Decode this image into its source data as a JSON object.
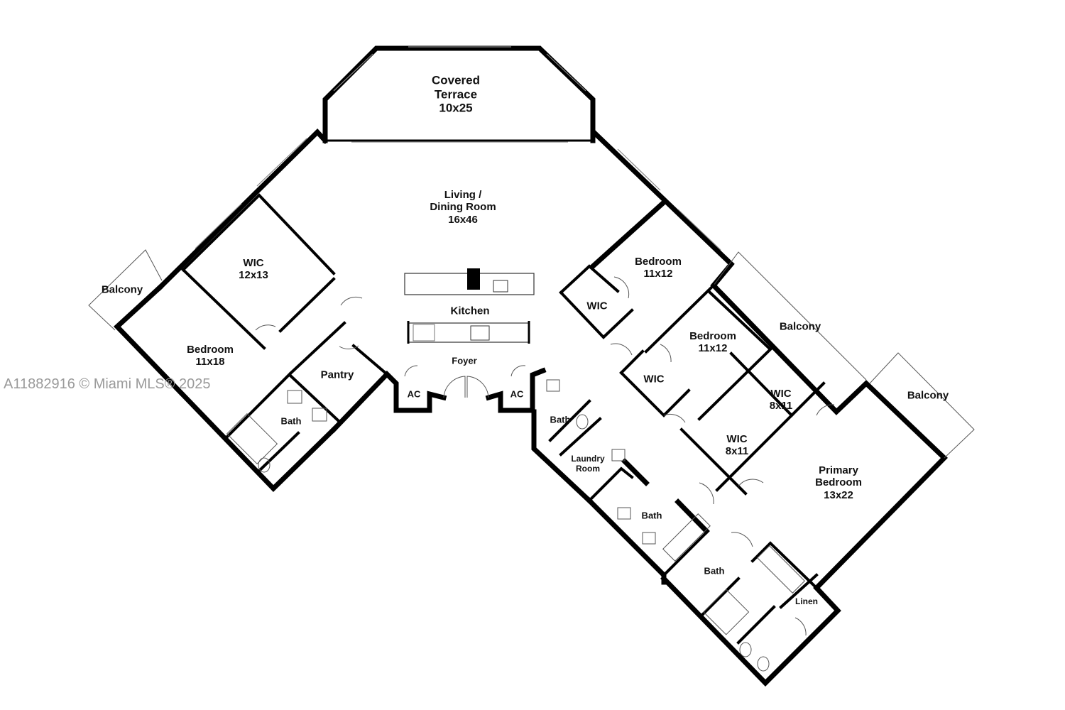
{
  "watermark": "A11882916 © Miami MLS® 2025",
  "rooms": {
    "covered_terrace": {
      "name": "Covered Terrace",
      "line1": "Covered",
      "line2": "Terrace",
      "size": "10x25"
    },
    "living_dining": {
      "line1": "Living /",
      "line2": "Dining Room",
      "size": "16x46"
    },
    "kitchen": {
      "name": "Kitchen"
    },
    "foyer": {
      "name": "Foyer"
    },
    "ac_left": {
      "name": "AC"
    },
    "ac_right": {
      "name": "AC"
    },
    "pantry": {
      "name": "Pantry"
    },
    "balcony_left": {
      "name": "Balcony"
    },
    "wic_left": {
      "name": "WIC",
      "size": "12x13"
    },
    "bedroom_left": {
      "name": "Bedroom",
      "size": "11x18"
    },
    "bath_left": {
      "name": "Bath"
    },
    "bedroom_right_1": {
      "name": "Bedroom",
      "size": "11x12"
    },
    "wic_right_1": {
      "name": "WIC"
    },
    "bedroom_right_2": {
      "name": "Bedroom",
      "size": "11x12"
    },
    "wic_right_2": {
      "name": "WIC"
    },
    "balcony_mid": {
      "name": "Balcony"
    },
    "balcony_right": {
      "name": "Balcony"
    },
    "wic_primary_1": {
      "name": "WIC",
      "size": "8x11"
    },
    "wic_primary_2": {
      "name": "WIC",
      "size": "8x11"
    },
    "primary_bedroom": {
      "line1": "Primary",
      "line2": "Bedroom",
      "size": "13x22"
    },
    "bath_foyer": {
      "name": "Bath"
    },
    "laundry": {
      "line1": "Laundry",
      "line2": "Room"
    },
    "bath_mid": {
      "name": "Bath"
    },
    "bath_primary": {
      "name": "Bath"
    },
    "linen": {
      "name": "Linen"
    }
  }
}
